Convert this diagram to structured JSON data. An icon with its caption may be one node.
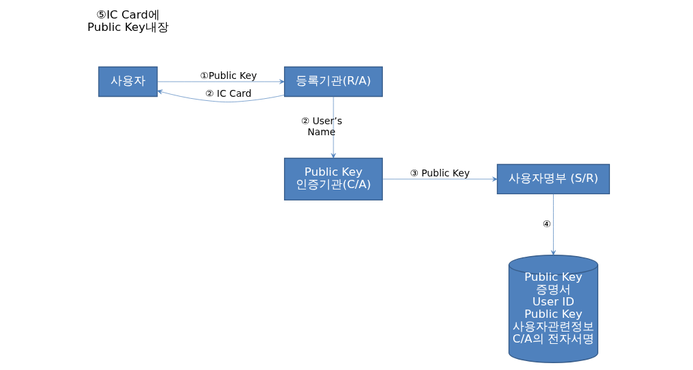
{
  "diagram": {
    "nodes": [
      {
        "text": [
          "사용자"
        ]
      },
      {
        "text": [
          "등록기관(R/A)"
        ]
      },
      {
        "text": [
          "사용자명부 (S/R)"
        ]
      },
      {
        "text": [
          "Public Key 인증기관(C/A)"
        ]
      },
      {
        "text": [
          "Public Key 증명서",
          "User ID",
          "Public Key",
          "사용자관련정보",
          "C/A의 전자서명"
        ]
      }
    ],
    "edges": [
      {
        "from": 0,
        "to": 1,
        "arrow": "to",
        "label": "①Public Key"
      },
      {
        "from": 1,
        "to": 0,
        "arrow": "to",
        "label": "② IC Card"
      },
      {
        "from": 1,
        "to": 3,
        "arrow": "to",
        "label": "② User’s Name"
      },
      {
        "from": 3,
        "to": 2,
        "arrow": "to",
        "label": "③ Public Key"
      },
      {
        "from": 2,
        "to": 4,
        "arrow": "to",
        "label": "④"
      }
    ],
    "labels": [
      "⑤IC Card에 Public Key내장"
    ]
  }
}
